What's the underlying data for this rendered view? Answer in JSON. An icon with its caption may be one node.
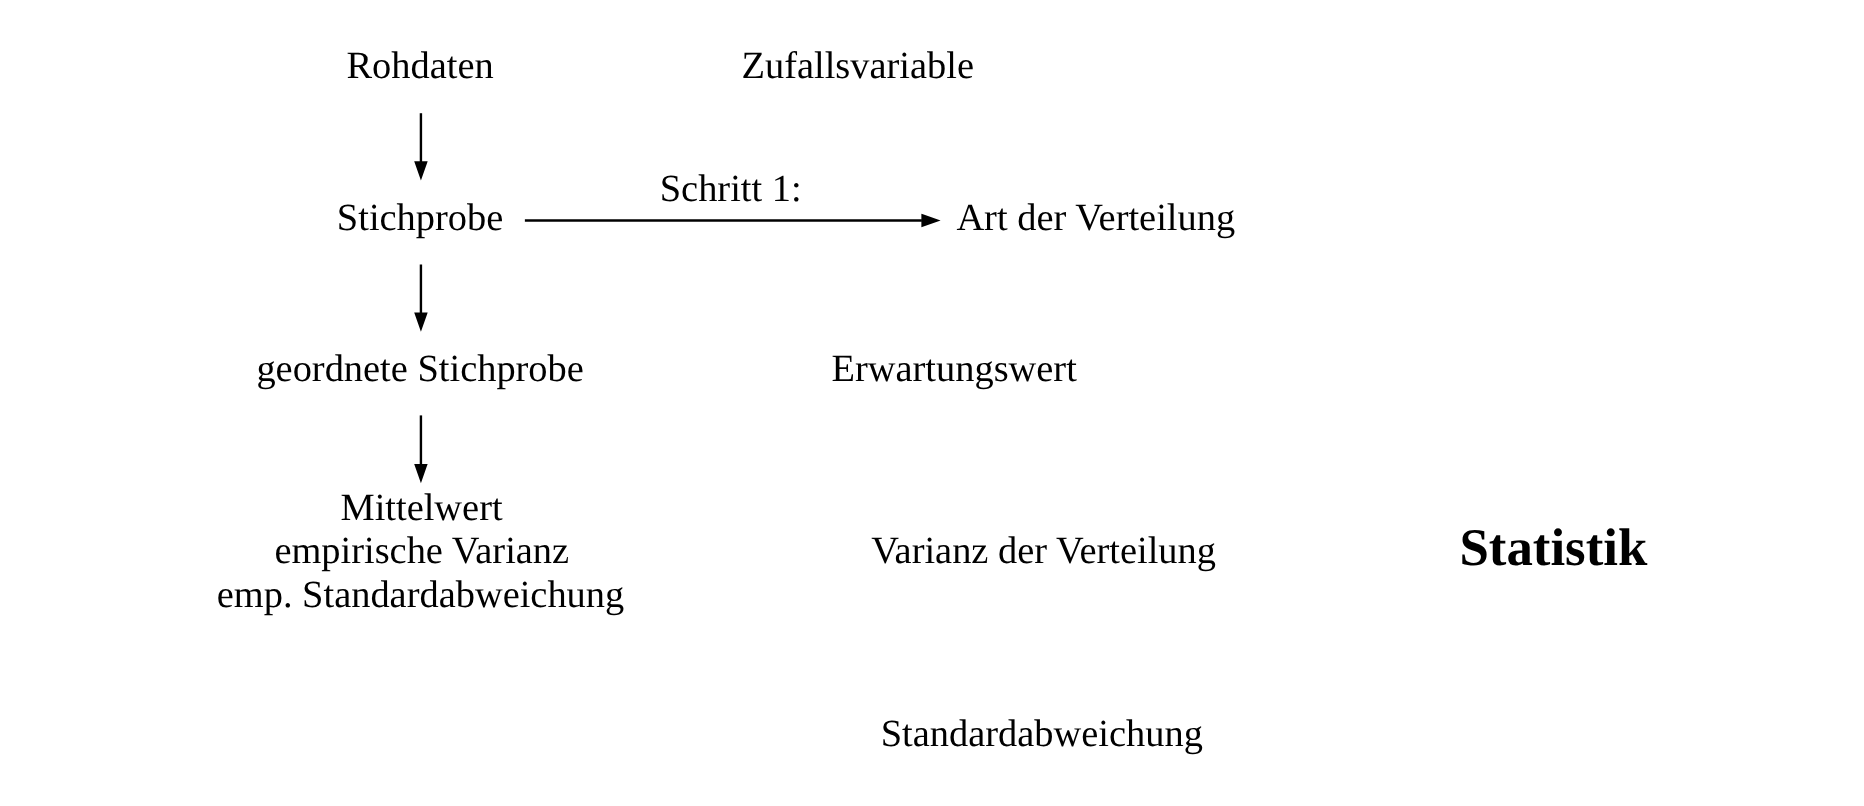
{
  "diagram": {
    "nodes": [
      {
        "text": [
          "Rohdaten"
        ]
      },
      {
        "text": [
          "Stichprobe"
        ]
      },
      {
        "text": [
          "geordnete Stichprobe"
        ]
      },
      {
        "text": [
          "Mittelwert",
          "empirische Varianz",
          "emp. Standardabweichung"
        ]
      },
      {
        "text": [
          "Zufallsvariable"
        ]
      },
      {
        "text": [
          "Art der Verteilung"
        ]
      },
      {
        "text": [
          "Erwartungswert"
        ]
      },
      {
        "text": [
          "Varianz der Verteilung"
        ]
      },
      {
        "text": [
          "Standardabweichung"
        ]
      }
    ],
    "edges": [
      {
        "from": 0,
        "to": 1,
        "arrow": "to"
      },
      {
        "from": 1,
        "to": 2,
        "arrow": "to"
      },
      {
        "from": 2,
        "to": 3,
        "arrow": "to"
      },
      {
        "from": 1,
        "to": 5,
        "arrow": "to",
        "label": "Schritt 1:"
      }
    ],
    "labels": [
      "Statistik"
    ]
  }
}
